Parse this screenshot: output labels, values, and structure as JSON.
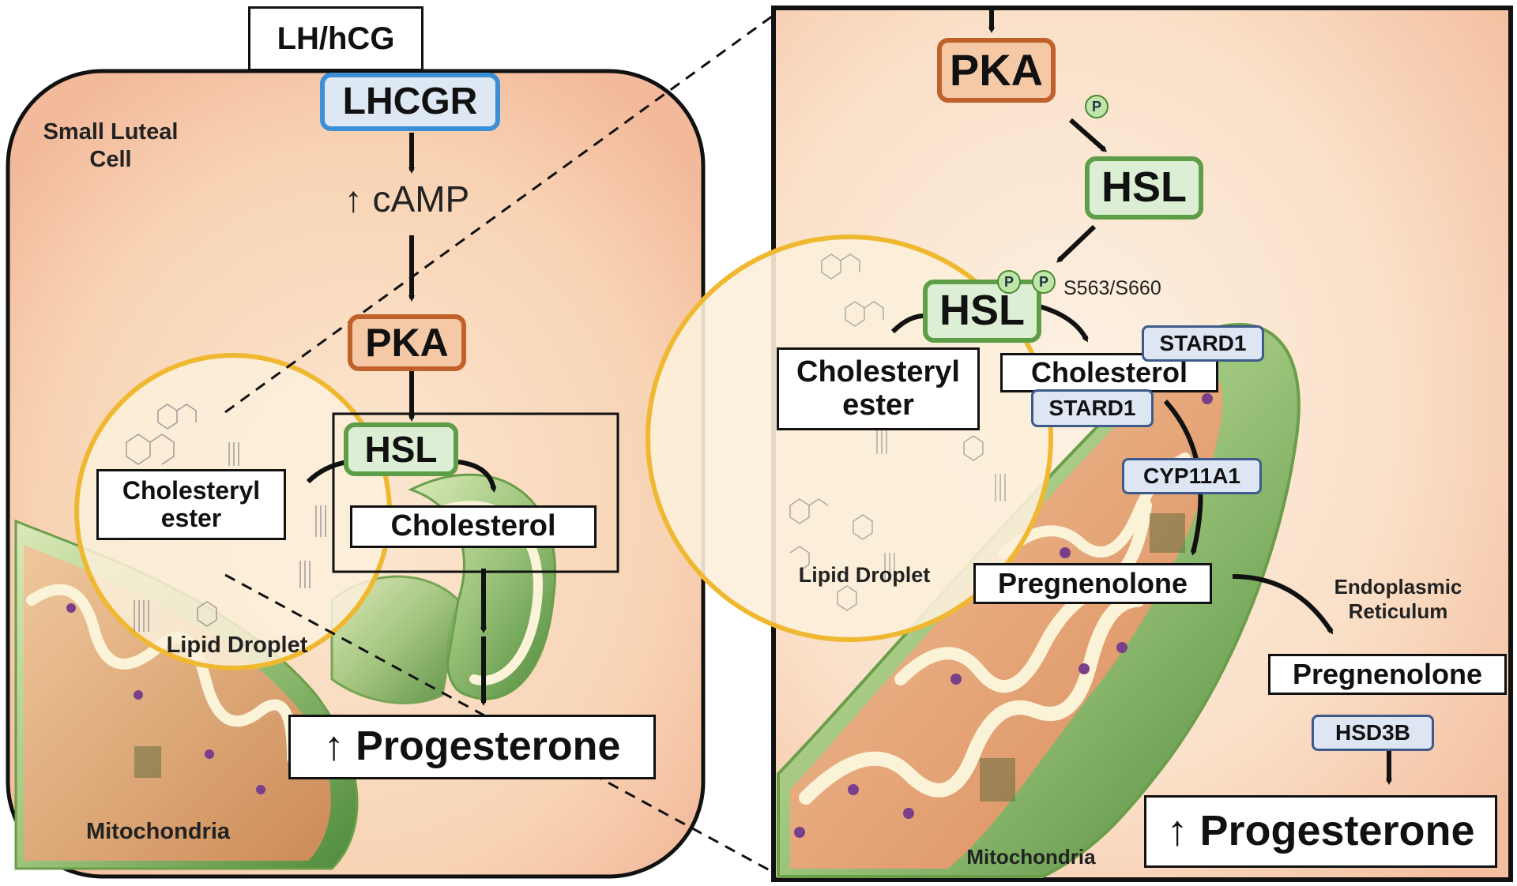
{
  "left": {
    "hormone": "LH/hCG",
    "receptor": "LHCGR",
    "cell_label": "Small Luteal Cell",
    "camp": "↑ cAMP",
    "pka": "PKA",
    "hsl": "HSL",
    "cholesteryl_ester": "Cholesteryl ester",
    "cholesterol": "Cholesterol",
    "lipid_droplet": "Lipid Droplet",
    "progesterone": "↑ Progesterone",
    "mitochondria": "Mitochondria"
  },
  "right": {
    "pka": "PKA",
    "phospho": "P",
    "hsl_top": "HSL",
    "hsl_bound": "HSL",
    "sites": "S563/S660",
    "cholesteryl_ester": "Cholesteryl ester",
    "cholesterol": "Cholesterol",
    "stard1_top": "STARD1",
    "stard1_bottom": "STARD1",
    "cyp11a1": "CYP11A1",
    "lipid_droplet": "Lipid Droplet",
    "pregnenolone_mito": "Pregnenolone",
    "er_label": "Endoplasmic Reticulum",
    "pregnenolone_er": "Pregnenolone",
    "hsd3b": "HSD3B",
    "progesterone": "↑ Progesterone",
    "mitochondria": "Mitochondria"
  },
  "colors": {
    "pka_border": "#c0602a",
    "hsl_border": "#5e9e48",
    "lhcgr_border": "#3a8fd6",
    "droplet_border": "#f0b830",
    "mito_green": "#6a9e4a"
  }
}
